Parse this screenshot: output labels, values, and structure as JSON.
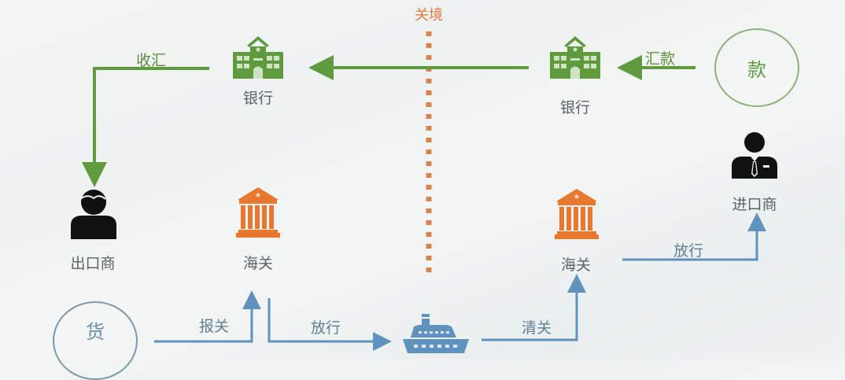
{
  "border": {
    "label": "关境",
    "color": "#e07b3c"
  },
  "colors": {
    "money_flow": "#5f9b3e",
    "goods_flow": "#5f93bd",
    "customs": "#e8782f",
    "person": "#111111",
    "text": "#5b6265"
  },
  "nodes": {
    "exporter": {
      "label": "出口商"
    },
    "importer": {
      "label": "进口商"
    },
    "bank_export": {
      "label": "银行"
    },
    "bank_import": {
      "label": "银行"
    },
    "customs_export": {
      "label": "海关"
    },
    "customs_import": {
      "label": "海关"
    },
    "money": {
      "label": "款"
    },
    "goods": {
      "label": "货"
    }
  },
  "flows": {
    "remit": {
      "label": "汇款"
    },
    "collect": {
      "label": "收汇"
    },
    "declare": {
      "label": "报关"
    },
    "release_export": {
      "label": "放行"
    },
    "clearance": {
      "label": "清关"
    },
    "release_import": {
      "label": "放行"
    }
  }
}
